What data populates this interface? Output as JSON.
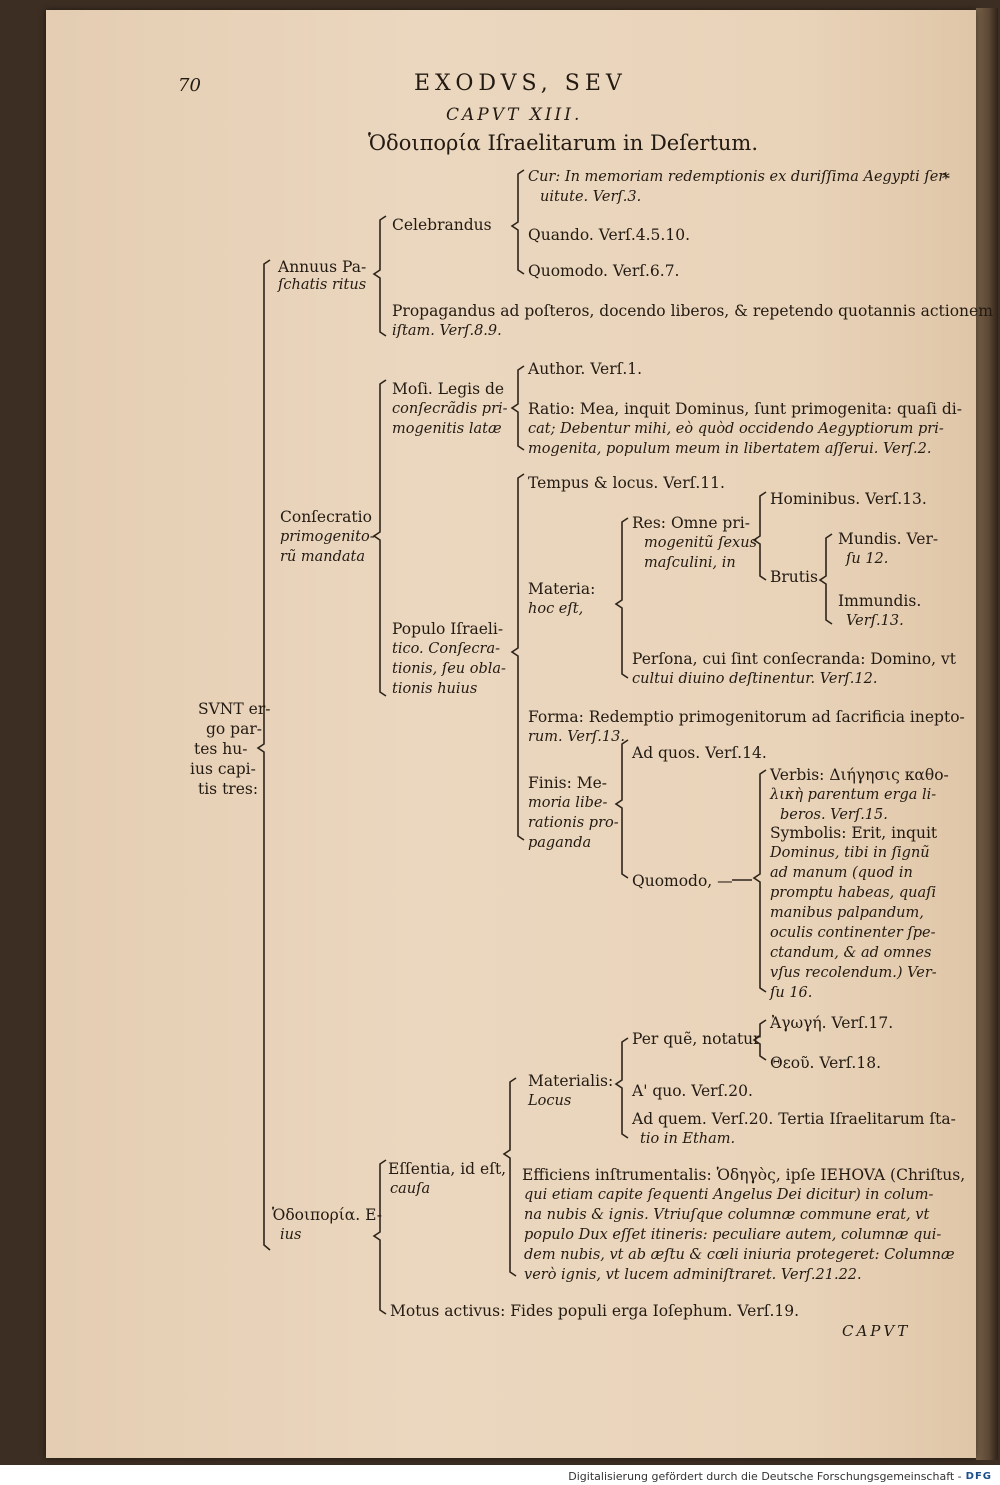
{
  "page": {
    "number": "70",
    "title": "EXODVS, SEV",
    "chapter": "CAPVT XIII.",
    "subtitle": "Ὁδοιπορία Iſraelitarum in Deſertum.",
    "catchword": "CAPVT",
    "star": "*"
  },
  "tree": {
    "root": [
      "SVNT er-",
      "go par-",
      "tes hu-",
      "ius capi-",
      "tis tres:"
    ],
    "annuus": {
      "label": [
        "Annuus Pa-",
        "ſchatis ritus"
      ],
      "celebrandus": "Celebrandus",
      "cur": [
        "Cur: In memoriam redemptionis ex duriſſima Aegypti ſer-",
        "uitute. Verſ.3."
      ],
      "quando": "Quando. Verſ.4.5.10.",
      "quomodo": "Quomodo. Verſ.6.7.",
      "propagandus": [
        "Propagandus ad poſteros, docendo liberos, & repetendo quotannis actionem",
        "iſtam. Verſ.8.9."
      ]
    },
    "consecratio": {
      "label": [
        "Conſecratio",
        "primogenito-",
        "rũ mandata"
      ],
      "mosi": [
        "Moſi. Legis de",
        "conſecrãdis pri-",
        "mogenitis latæ"
      ],
      "author": "Author. Verſ.1.",
      "ratio": [
        "Ratio: Mea, inquit Dominus, ſunt primogenita: quaſi di-",
        "cat; Debentur mihi, eò quòd occidendo Aegyptiorum pri-",
        "mogenita, populum meum in libertatem aſſerui. Verſ.2."
      ],
      "populo": [
        "Populo Iſraeli-",
        "tico. Conſecra-",
        "tionis, ſeu obla-",
        "tionis huius"
      ],
      "tempus": "Tempus & locus. Verſ.11.",
      "materia": [
        "Materia:",
        "hoc eſt,"
      ],
      "res": [
        "Res: Omne pri-",
        "mogenitũ ſexus",
        "maſculini, in"
      ],
      "hominibus": "Hominibus. Verſ.13.",
      "brutis": "Brutis",
      "mundis": [
        "Mundis. Ver-",
        "ſu 12."
      ],
      "immundis": [
        "Immundis.",
        "Verſ.13."
      ],
      "persona": [
        "Perſona, cui ſint conſecranda: Domino, vt",
        "cultui diuino deſtinentur. Verſ.12."
      ],
      "forma": [
        "Forma: Redemptio primogenitorum ad ſacrificia inepto-",
        "rum. Verſ.13."
      ],
      "finis": [
        "Finis: Me-",
        "moria libe-",
        "rationis pro-",
        "paganda"
      ],
      "adquos": "Ad quos. Verſ.14.",
      "quomodo": "Quomodo, —",
      "verbis": [
        "Verbis: Διήγησις καθο-",
        "λικὴ parentum erga li-",
        "beros. Verſ.15."
      ],
      "symbolis": [
        "Symbolis: Erit, inquit",
        "Dominus, tibi in ſignũ",
        "ad manum (quod in",
        "promptu habeas, quaſi",
        "manibus palpandum,",
        "oculis continenter ſpe-",
        "ctandum, & ad omnes",
        "vſus recolendum.) Ver-",
        "ſu 16."
      ]
    },
    "hodoiporia": {
      "label": [
        "Ὁδοιπορία. E-",
        "ius"
      ],
      "essentia": [
        "Eſſentia, id eſt,",
        "cauſa"
      ],
      "materialis": [
        "Materialis:",
        "Locus"
      ],
      "perque": "Per quẽ, notatur",
      "agon": "Ἀγωγή. Verſ.17.",
      "theon": "Θεοῦ. Verſ.18.",
      "aquo": "A' quo. Verſ.20.",
      "adquem": [
        "Ad quem. Verſ.20. Tertia Iſraelitarum ſta-",
        "tio in Etham."
      ],
      "efficiens": [
        "Efficiens inſtrumentalis: Ὁδηγὸς, ipſe IEHOVA (Chriſtus,",
        "qui etiam capite ſequenti Angelus Dei dicitur) in colum-",
        "na nubis & ignis. Vtriuſque columnæ commune erat, vt",
        "populo Dux eſſet itineris: peculiare autem, columnæ qui-",
        "dem nubis, vt ab æſtu & cœli iniuria protegeret: Columnæ",
        "verò ignis, vt lucem adminiſtraret. Verſ.21.22."
      ],
      "motus": "Motus activus: Fides populi erga Ioſephum. Verſ.19."
    }
  },
  "footer": {
    "text": "Digitalisierung gefördert durch die Deutsche Forschungsgemeinschaft -",
    "logo": "DFG"
  }
}
